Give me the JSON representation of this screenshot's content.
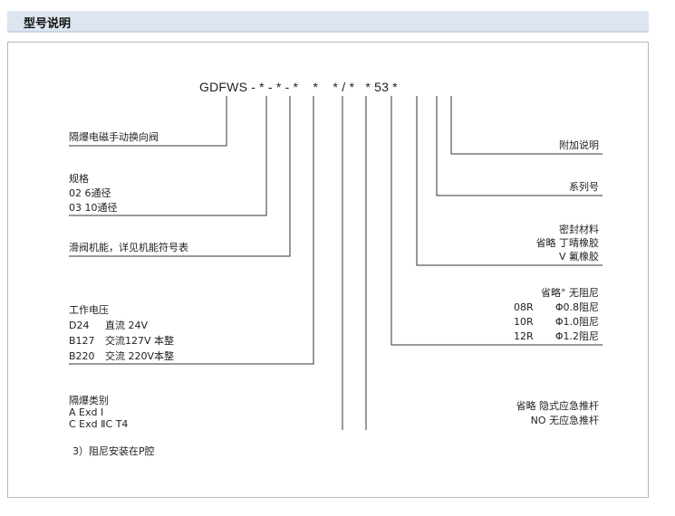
{
  "header": {
    "title": "型号说明"
  },
  "model_code": "GDFWS - * - * - *    *    * / *   * 53 *",
  "left": {
    "valve_name": "隔爆电磁手动换向阀",
    "spec": {
      "title": "规格",
      "opt1": "02  6通径",
      "opt2": "03  10通径"
    },
    "function": "滑阀机能，详见机能符号表",
    "voltage": {
      "title": "工作电压",
      "rows": [
        {
          "code": "D24",
          "desc": "直流 24V"
        },
        {
          "code": "B127",
          "desc": "交流127V 本整"
        },
        {
          "code": "B220",
          "desc": "交流 220V本整"
        }
      ]
    },
    "explosion": {
      "title": "隔爆类别",
      "line1": "A   Exd Ⅰ",
      "line2": "C   Exd ⅡC  T4"
    },
    "damping_note": "3）阻尼安装在P腔"
  },
  "right": {
    "extra": "附加说明",
    "series": "系列号",
    "seal": {
      "title": "密封材料",
      "line1": "省略   丁晴橡胶",
      "line2": "V        氟橡胶"
    },
    "damper": {
      "line0": "省略°  无阻尼",
      "rows": [
        {
          "code": "08R",
          "desc": "Φ0.8阻尼"
        },
        {
          "code": "10R",
          "desc": "Φ1.0阻尼"
        },
        {
          "code": "12R",
          "desc": "Φ1.2阻尼"
        }
      ]
    },
    "emergency": {
      "line1": "省略  隐式应急推杆",
      "line2": "NO      无应急推杆"
    }
  }
}
